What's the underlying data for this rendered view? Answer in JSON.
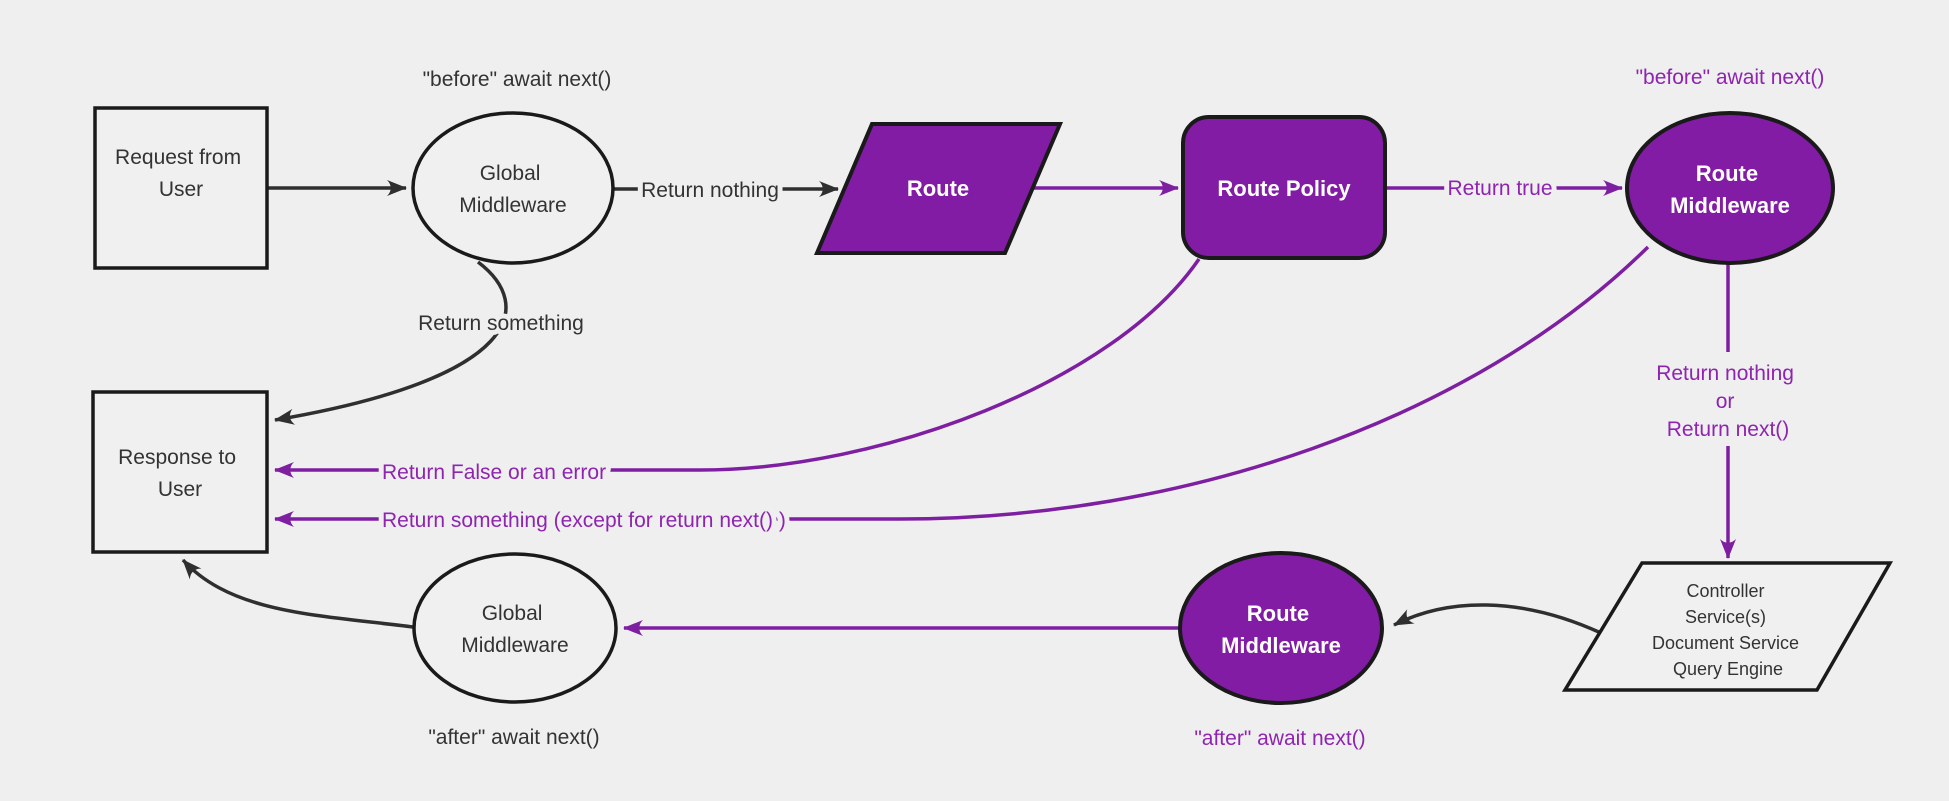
{
  "diagram": {
    "colors": {
      "background": "#efefef",
      "purple_fill": "#821ca5",
      "purple_line": "#7e1fa2",
      "purple_text": "#8e24b0",
      "black_line": "#2f2f2f",
      "dark_text": "#333333",
      "node_label_light": "#ffffff"
    },
    "nodes": {
      "request": {
        "lines": [
          "Request from",
          "User"
        ]
      },
      "global_middleware_top": {
        "lines": [
          "Global",
          "Middleware"
        ]
      },
      "route": {
        "label": "Route"
      },
      "route_policy": {
        "label": "Route Policy"
      },
      "route_middleware_top": {
        "lines": [
          "Route",
          "Middleware"
        ]
      },
      "services": {
        "lines": [
          "Controller",
          "Service(s)",
          "Document Service",
          "Query Engine"
        ]
      },
      "route_middleware_bottom": {
        "lines": [
          "Route",
          "Middleware"
        ]
      },
      "global_middleware_bottom": {
        "lines": [
          "Global",
          "Middleware"
        ]
      },
      "response": {
        "lines": [
          "Response to",
          "User"
        ]
      }
    },
    "labels": {
      "before_global_middleware": "\"before\" await next()",
      "before_route_middleware": "\"before\" await next()",
      "after_global_middleware": "\"after\" await next()",
      "after_route_middleware": "\"after\" await next()",
      "return_nothing": "Return nothing",
      "return_true": "Return true",
      "return_something": "Return something",
      "return_false_or_error": "Return False or an error",
      "return_something_except": "Return something (except for return next() )",
      "return_nothing_or": {
        "line1": "Return nothing",
        "line2": "or",
        "line3": "Return next()"
      }
    }
  }
}
